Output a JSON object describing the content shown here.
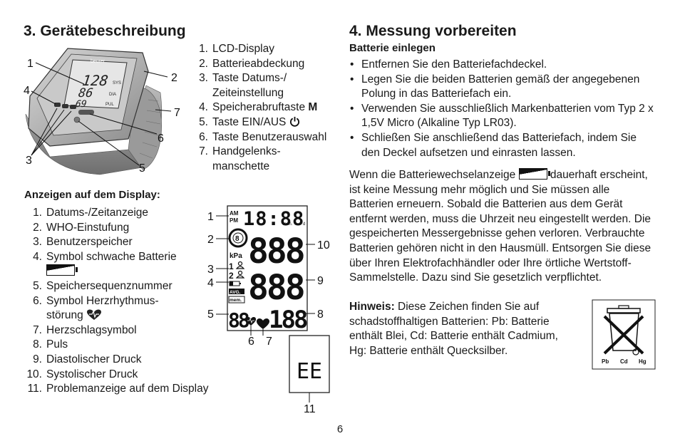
{
  "left": {
    "title": "3. Gerätebeschreibung",
    "device_parts": [
      {
        "n": "1.",
        "t": "LCD-Display"
      },
      {
        "n": "2.",
        "t": "Batterieabdeckung"
      },
      {
        "n": "3.",
        "t": "Taste Datums-/"
      },
      {
        "n": "",
        "t": "Zeiteinstellung"
      },
      {
        "n": "4.",
        "t": "Speicherabruftaste ",
        "bold": "M"
      },
      {
        "n": "5.",
        "t": "Taste EIN/AUS "
      },
      {
        "n": "6.",
        "t": "Taste Benutzerauswahl"
      },
      {
        "n": "7.",
        "t": "Handgelenks-"
      },
      {
        "n": "",
        "t": "manschette"
      }
    ],
    "device_callouts": [
      "1",
      "2",
      "4",
      "7",
      "6",
      "3",
      "5"
    ],
    "device_brand": "beurer",
    "device_lcd": {
      "sys": "128",
      "dia": "86",
      "pul": "69",
      "sys_label": "SYS",
      "dia_label": "DIA",
      "pul_label": "PUL"
    },
    "display_heading": "Anzeigen auf dem Display:",
    "display_items": [
      {
        "n": "1.",
        "t": "Datums-/Zeitanzeige"
      },
      {
        "n": "2.",
        "t": "WHO-Einstufung"
      },
      {
        "n": "3.",
        "t": "Benutzerspeicher"
      },
      {
        "n": "4.",
        "t": "Symbol schwache Batterie"
      },
      {
        "n": "5.",
        "t": "Speichersequenznummer"
      },
      {
        "n": "6.",
        "t": "Symbol Herzrhythmus-"
      },
      {
        "n": "",
        "t": "störung "
      },
      {
        "n": "7.",
        "t": "Herzschlagsymbol"
      },
      {
        "n": "8.",
        "t": "Puls"
      },
      {
        "n": "9.",
        "t": "Diastolischer Druck"
      },
      {
        "n": "10.",
        "t": "Systolischer Druck"
      },
      {
        "n": "11.",
        "t": "Problemanzeige auf dem Display"
      }
    ],
    "lcd": {
      "am": "AM",
      "pm": "PM",
      "time": "18:88",
      "mon": "mon.",
      "d": "d",
      "who": "8",
      "kpa": "kPa",
      "user1": "1",
      "user2": "2",
      "avg": "AVG.",
      "mem": "mem.",
      "seq": "88",
      "sys": "888",
      "dia": "888",
      "pulse": "188",
      "error": "EE"
    },
    "lcd_callouts": {
      "c1": "1",
      "c2": "2",
      "c3": "3",
      "c4": "4",
      "c5": "5",
      "c6": "6",
      "c7": "7",
      "c8": "8",
      "c9": "9",
      "c10": "10",
      "c11": "11"
    }
  },
  "right": {
    "title": "4. Messung vorbereiten",
    "subtitle": "Batterie einlegen",
    "bullets": [
      "Entfernen Sie den Batteriefachdeckel.",
      "Legen Sie die beiden Batterien gemäß der angegebenen Polung in das Batteriefach ein.",
      "Verwenden Sie ausschließlich Markenbatterien vom Typ 2 x 1,5V Micro (Alkaline Typ LR03).",
      "Schließen Sie anschließend das Batteriefach, indem Sie den Deckel aufsetzen und einrasten lassen."
    ],
    "para_start": "Wenn die Batteriewechselanzeige ",
    "para_rest": " dauerhaft erscheint, ist keine Messung mehr möglich und Sie müssen alle Batterien erneuern. Sobald die Batterien aus dem Gerät entfernt werden, muss die Uhrzeit neu eingestellt werden. Die gespeicherten Messergebnisse gehen verloren. Verbrauchte Batterien gehören nicht in den Hausmüll. Entsorgen Sie diese über Ihren Elektrofachhändler oder Ihre örtliche Wertstoff-Sammelstelle. Dazu sind Sie gesetzlich verpflichtet.",
    "hint_label": "Hinweis:",
    "hint_text": " Diese Zeichen finden Sie auf schadstoffhaltigen Batterien: Pb: Batterie enthält Blei, Cd: Batterie enthält Cadmium, Hg: Batterie enthält Quecksilber.",
    "symbols": [
      "Pb",
      "Cd",
      "Hg"
    ]
  },
  "page_number": "6"
}
